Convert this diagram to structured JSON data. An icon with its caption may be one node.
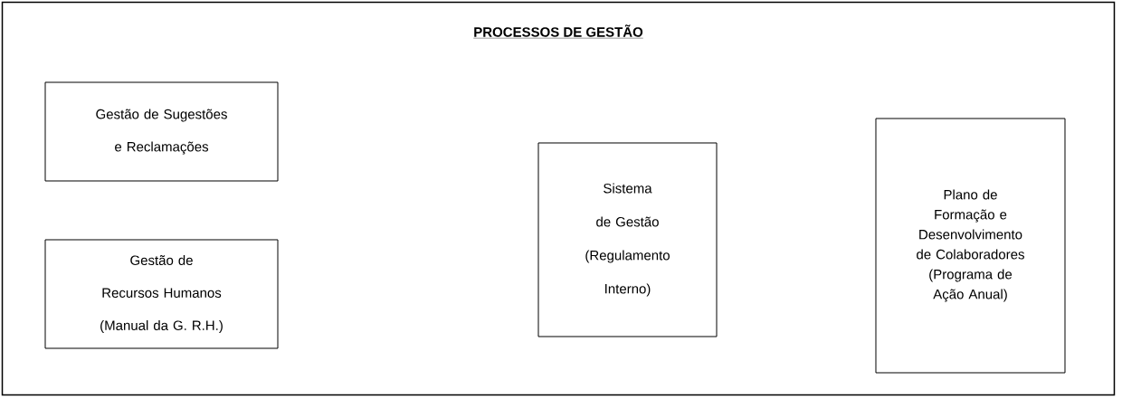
{
  "diagram": {
    "nodes": [
      {
        "text": [
          "PROCESSOS DE GESTÃO"
        ]
      },
      {
        "text": [
          "Gestão de Sugestões e Reclamações"
        ],
        "in": 0
      },
      {
        "text": [
          "Gestão de Recursos Humanos",
          "(Manual da G. R.H.)"
        ],
        "in": 0
      },
      {
        "text": [
          "Sistema de Gestão",
          "(Regulamento Interno)"
        ],
        "in": 0
      },
      {
        "text": [
          "Plano de Formação e Desenvolvimento de Colaboradores (Programa de Ação Anual)"
        ],
        "in": 0
      }
    ]
  }
}
